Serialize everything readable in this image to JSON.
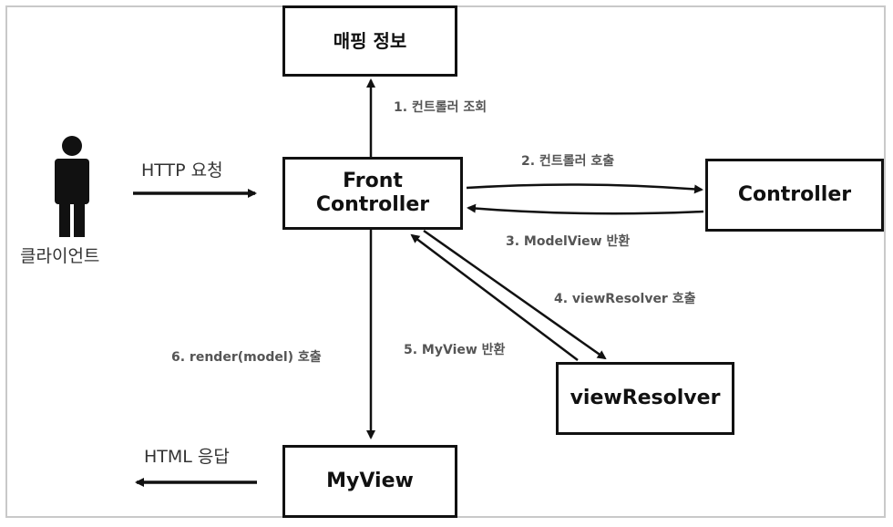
{
  "boxes": {
    "mapping": "매핑 정보",
    "front_line1": "Front",
    "front_line2": "Controller",
    "controller": "Controller",
    "view_resolver": "viewResolver",
    "my_view": "MyView"
  },
  "client": {
    "label": "클라이언트",
    "request": "HTTP 요청",
    "response": "HTML 응답"
  },
  "steps": {
    "s1": "1. 컨트롤러 조회",
    "s2": "2. 컨트롤러 호출",
    "s3": "3. ModelView 반환",
    "s4": "4. viewResolver 호출",
    "s5": "5. MyView 반환",
    "s6": "6. render(model) 호출"
  },
  "colors": {
    "stroke": "#111111",
    "label": "#555555",
    "frame": "#c9c9c9"
  }
}
